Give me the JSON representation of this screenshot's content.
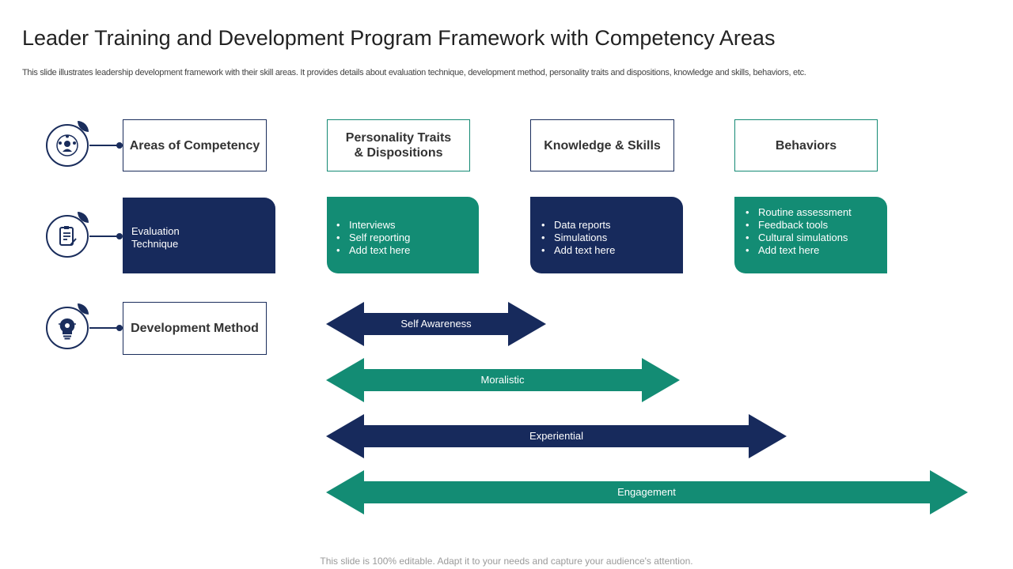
{
  "title": "Leader Training and Development Program Framework with Competency Areas",
  "subtitle": "This slide illustrates leadership development framework with their skill areas. It provides details about evaluation technique, development method, personality traits and dispositions, knowledge and skills, behaviors, etc.",
  "colors": {
    "navy": "#172a5c",
    "teal": "#138c74"
  },
  "rows": {
    "competency": {
      "icon": "competency-network-icon",
      "label": "Areas of Competency"
    },
    "evaluation": {
      "icon": "clipboard-checklist-icon",
      "label_line1": "Evaluation",
      "label_line2": "Technique"
    },
    "development": {
      "icon": "lightbulb-gears-icon",
      "label": "Development Method"
    }
  },
  "columns": [
    {
      "header_line1": "Personality Traits",
      "header_line2": "& Dispositions",
      "items": [
        "Interviews",
        "Self reporting",
        "Add text here"
      ]
    },
    {
      "header_line1": "Knowledge & Skills",
      "header_line2": "",
      "items": [
        "Data reports",
        "Simulations",
        "Add text here"
      ]
    },
    {
      "header_line1": "Behaviors",
      "header_line2": "",
      "items": [
        "Routine assessment",
        "Feedback tools",
        "Cultural simulations",
        "Add text here"
      ]
    }
  ],
  "methods": [
    {
      "label": "Self Awareness",
      "color": "navy"
    },
    {
      "label": "Moralistic",
      "color": "teal"
    },
    {
      "label": "Experiential",
      "color": "navy"
    },
    {
      "label": "Engagement",
      "color": "teal"
    }
  ],
  "footer": "This slide is 100% editable. Adapt it to your needs and capture your audience's attention."
}
